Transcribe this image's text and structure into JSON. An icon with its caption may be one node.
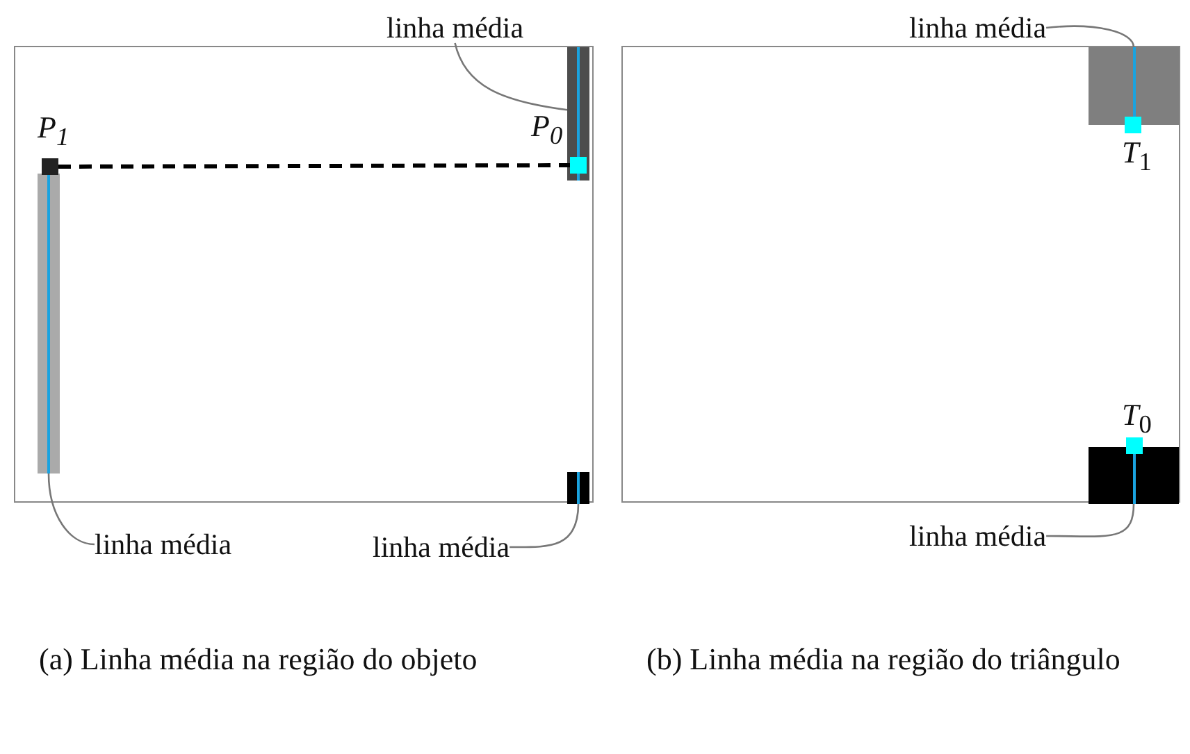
{
  "diagram": {
    "nodes": [
      {
        "text": [],
        "shape": "box"
      },
      {
        "text": [
          "linha média"
        ]
      },
      {
        "text": [],
        "shape": "bar",
        "in": 0
      },
      {
        "text": [],
        "shape": "box",
        "in": 2,
        "beside": [
          "P$_{0}$"
        ]
      },
      {
        "text": [],
        "shape": "box",
        "in": 0,
        "beside": [
          "P$_{1}$"
        ]
      },
      {
        "text": [],
        "shape": "bar",
        "in": 0
      },
      {
        "text": [
          "linha média"
        ]
      },
      {
        "text": [],
        "shape": "bar",
        "in": 0
      },
      {
        "text": [
          "linha média"
        ]
      },
      {
        "text": [],
        "shape": "box"
      },
      {
        "text": [
          "linha média"
        ]
      },
      {
        "text": [],
        "shape": "bar",
        "in": 9
      },
      {
        "text": [],
        "shape": "box",
        "in": 9,
        "beside": [
          "*T*$_{1}$"
        ]
      },
      {
        "text": [],
        "shape": "box",
        "in": 9,
        "beside": [
          "*T*$_{0}$"
        ]
      },
      {
        "text": [],
        "shape": "bar",
        "in": 9
      },
      {
        "text": [
          "linha média"
        ]
      }
    ],
    "edges": [
      {
        "from": 1,
        "to": 2,
        "arrow": "none"
      },
      {
        "from": 4,
        "to": 3,
        "arrow": "none",
        "style": "dashed",
        "color": "#000000"
      },
      {
        "from": 6,
        "to": 5,
        "arrow": "none"
      },
      {
        "from": 8,
        "to": 7,
        "arrow": "none"
      },
      {
        "from": 10,
        "to": 11,
        "arrow": "none"
      },
      {
        "from": 15,
        "to": 14,
        "arrow": "none"
      }
    ],
    "labels": [
      "(a) Linha média na região do objeto",
      "(b) Linha média na região do triângulo"
    ]
  }
}
